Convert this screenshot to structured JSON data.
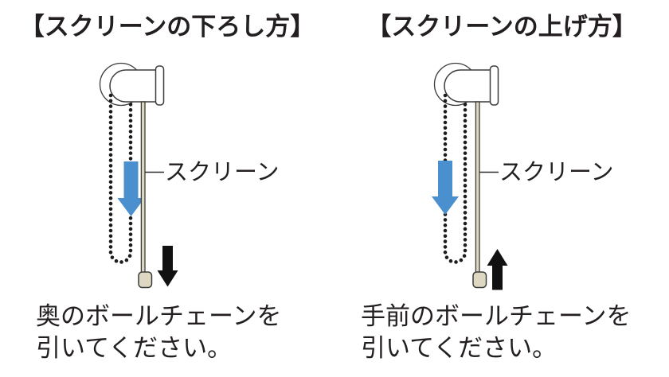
{
  "page": {
    "background": "#ffffff",
    "description_type": "roller-screen operation instructions"
  },
  "colors": {
    "blue_arrow": "#4a8fce",
    "screen_beige": "#ded7c1",
    "outline": "#3b3b3a",
    "chain_black": "#1c1c1c",
    "black_arrow": "#111111",
    "text": "#231f20"
  },
  "panels": [
    {
      "title": "【スクリーンの下ろし方】",
      "screen_label": "スクリーン",
      "caption_line1": "奥のボールチェーンを",
      "caption_line2": "引いてください。",
      "blue_arrow_chain": "back-chain",
      "blue_arrow_direction": "down",
      "black_arrow_direction": "down"
    },
    {
      "title": "【スクリーンの上げ方】",
      "screen_label": "スクリーン",
      "caption_line1": "手前のボールチェーンを",
      "caption_line2": "引いてください。",
      "blue_arrow_chain": "front-chain",
      "blue_arrow_direction": "down",
      "black_arrow_direction": "up"
    }
  ]
}
